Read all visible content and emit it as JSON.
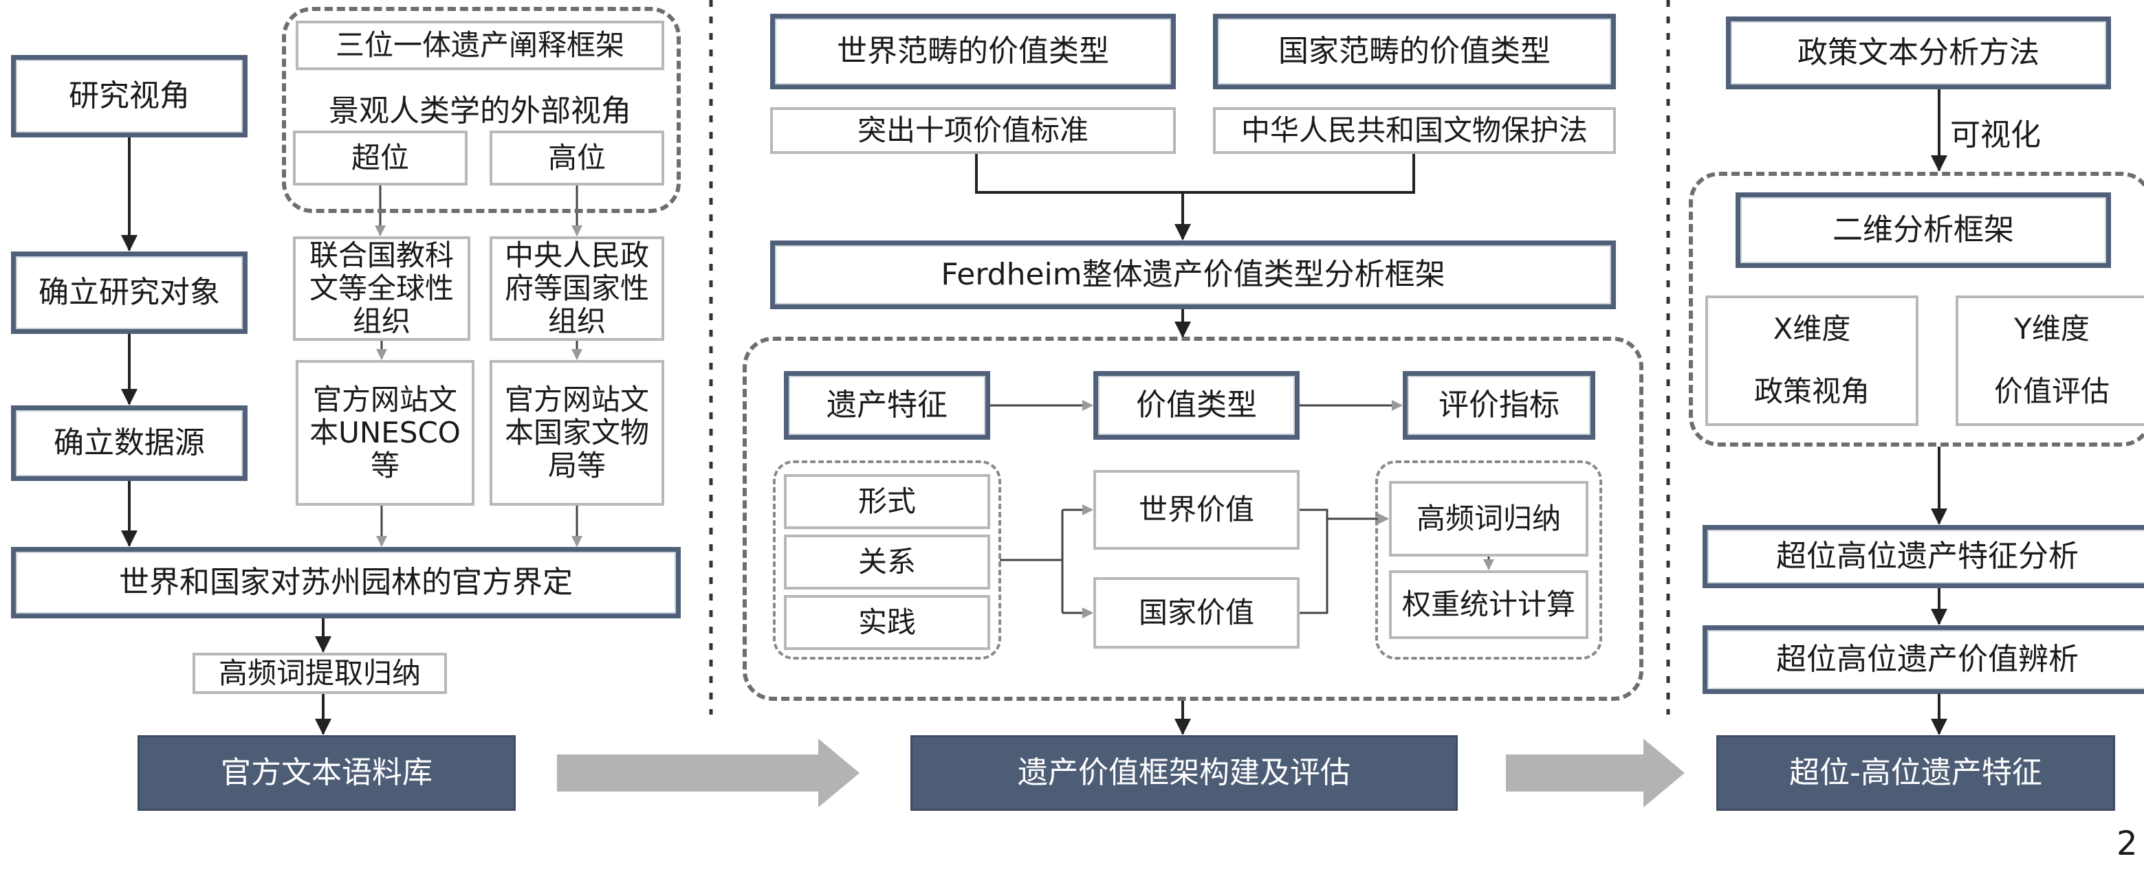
{
  "left": {
    "perspective": "研究视角",
    "object": "确立研究对象",
    "data_source": "确立数据源",
    "framework": "三位一体遗产阐释框架",
    "external_view": "景观人类学的外部视角",
    "super": "超位",
    "high": "高位",
    "global_org": "联合国教科文等全球性组织",
    "national_org": "中央人民政府等国家性组织",
    "site_unesco": "官方网站文本UNESCO等",
    "site_national": "官方网站文本国家文物局等",
    "official_definition": "世界和国家对苏州园林的官方界定",
    "keyword_extract": "高频词提取归纳",
    "output": "官方文本语料库"
  },
  "middle": {
    "world_type": "世界范畴的价值类型",
    "national_type": "国家范畴的价值类型",
    "ten_criteria": "突出十项价值标准",
    "relics_law": "中华人民共和国文物保护法",
    "ferdheim": "Ferdheim整体遗产价值类型分析框架",
    "heritage_features": "遗产特征",
    "value_types": "价值类型",
    "indicators": "评价指标",
    "form": "形式",
    "relation": "关系",
    "practice": "实践",
    "world_value": "世界价值",
    "national_value": "国家价值",
    "keyword_induction": "高频词归纳",
    "weight_calc": "权重统计计算",
    "output": "遗产价值框架构建及评估"
  },
  "right": {
    "policy_method": "政策文本分析方法",
    "visualize": "可视化",
    "two_dim": "二维分析框架",
    "x_dim": "X维度",
    "policy_view": "政策视角",
    "y_dim": "Y维度",
    "value_eval": "价值评估",
    "feature_analysis": "超位高位遗产特征分析",
    "value_analysis": "超位高位遗产价值辨析",
    "output": "超位-高位遗产特征"
  },
  "page_number": "2",
  "colors": {
    "dark_box": "#4d5d75",
    "thick_border": "#506079",
    "flow_arrow": "#b3b3b3"
  }
}
